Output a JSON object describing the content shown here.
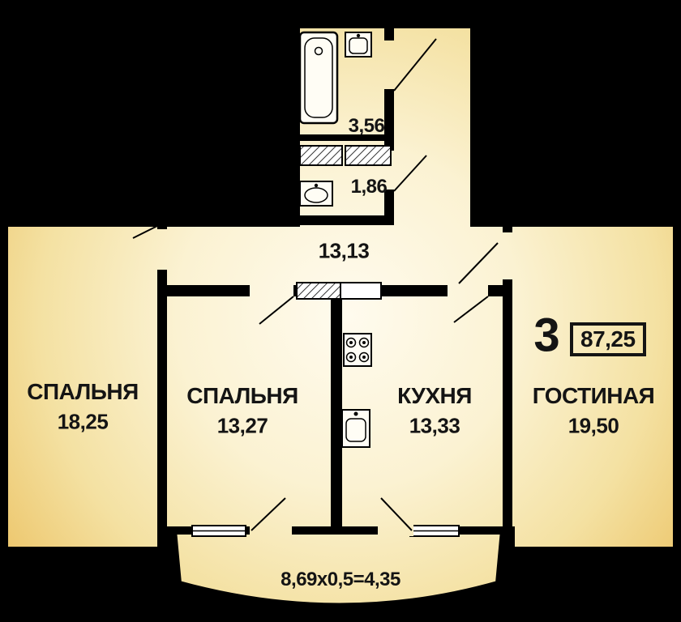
{
  "apartment": {
    "rooms_count": "3",
    "total_area": "87,25",
    "rooms": {
      "bedroom_left": {
        "name": "СПАЛЬНЯ",
        "area": "18,25"
      },
      "bedroom_mid": {
        "name": "СПАЛЬНЯ",
        "area": "13,27"
      },
      "kitchen": {
        "name": "КУХНЯ",
        "area": "13,33"
      },
      "living_room": {
        "name": "ГОСТИНАЯ",
        "area": "19,50"
      },
      "hallway": {
        "area": "13,13"
      },
      "bathroom": {
        "area": "3,56"
      },
      "toilet": {
        "area": "1,86"
      },
      "balcony": {
        "formula": "8,69x0,5=4,35"
      }
    }
  },
  "icons": [
    "bathtub-icon",
    "washbasin-icon",
    "toilet-washbasin-icon",
    "vent-shaft-icon",
    "stove-icon",
    "kitchen-sink-icon",
    "window-icon",
    "door-leaf-icon"
  ],
  "colors": {
    "background": "#000000",
    "floor_center": "#fffbee",
    "floor_edge": "#ecc467",
    "wall": "#000000",
    "text": "#141414"
  }
}
